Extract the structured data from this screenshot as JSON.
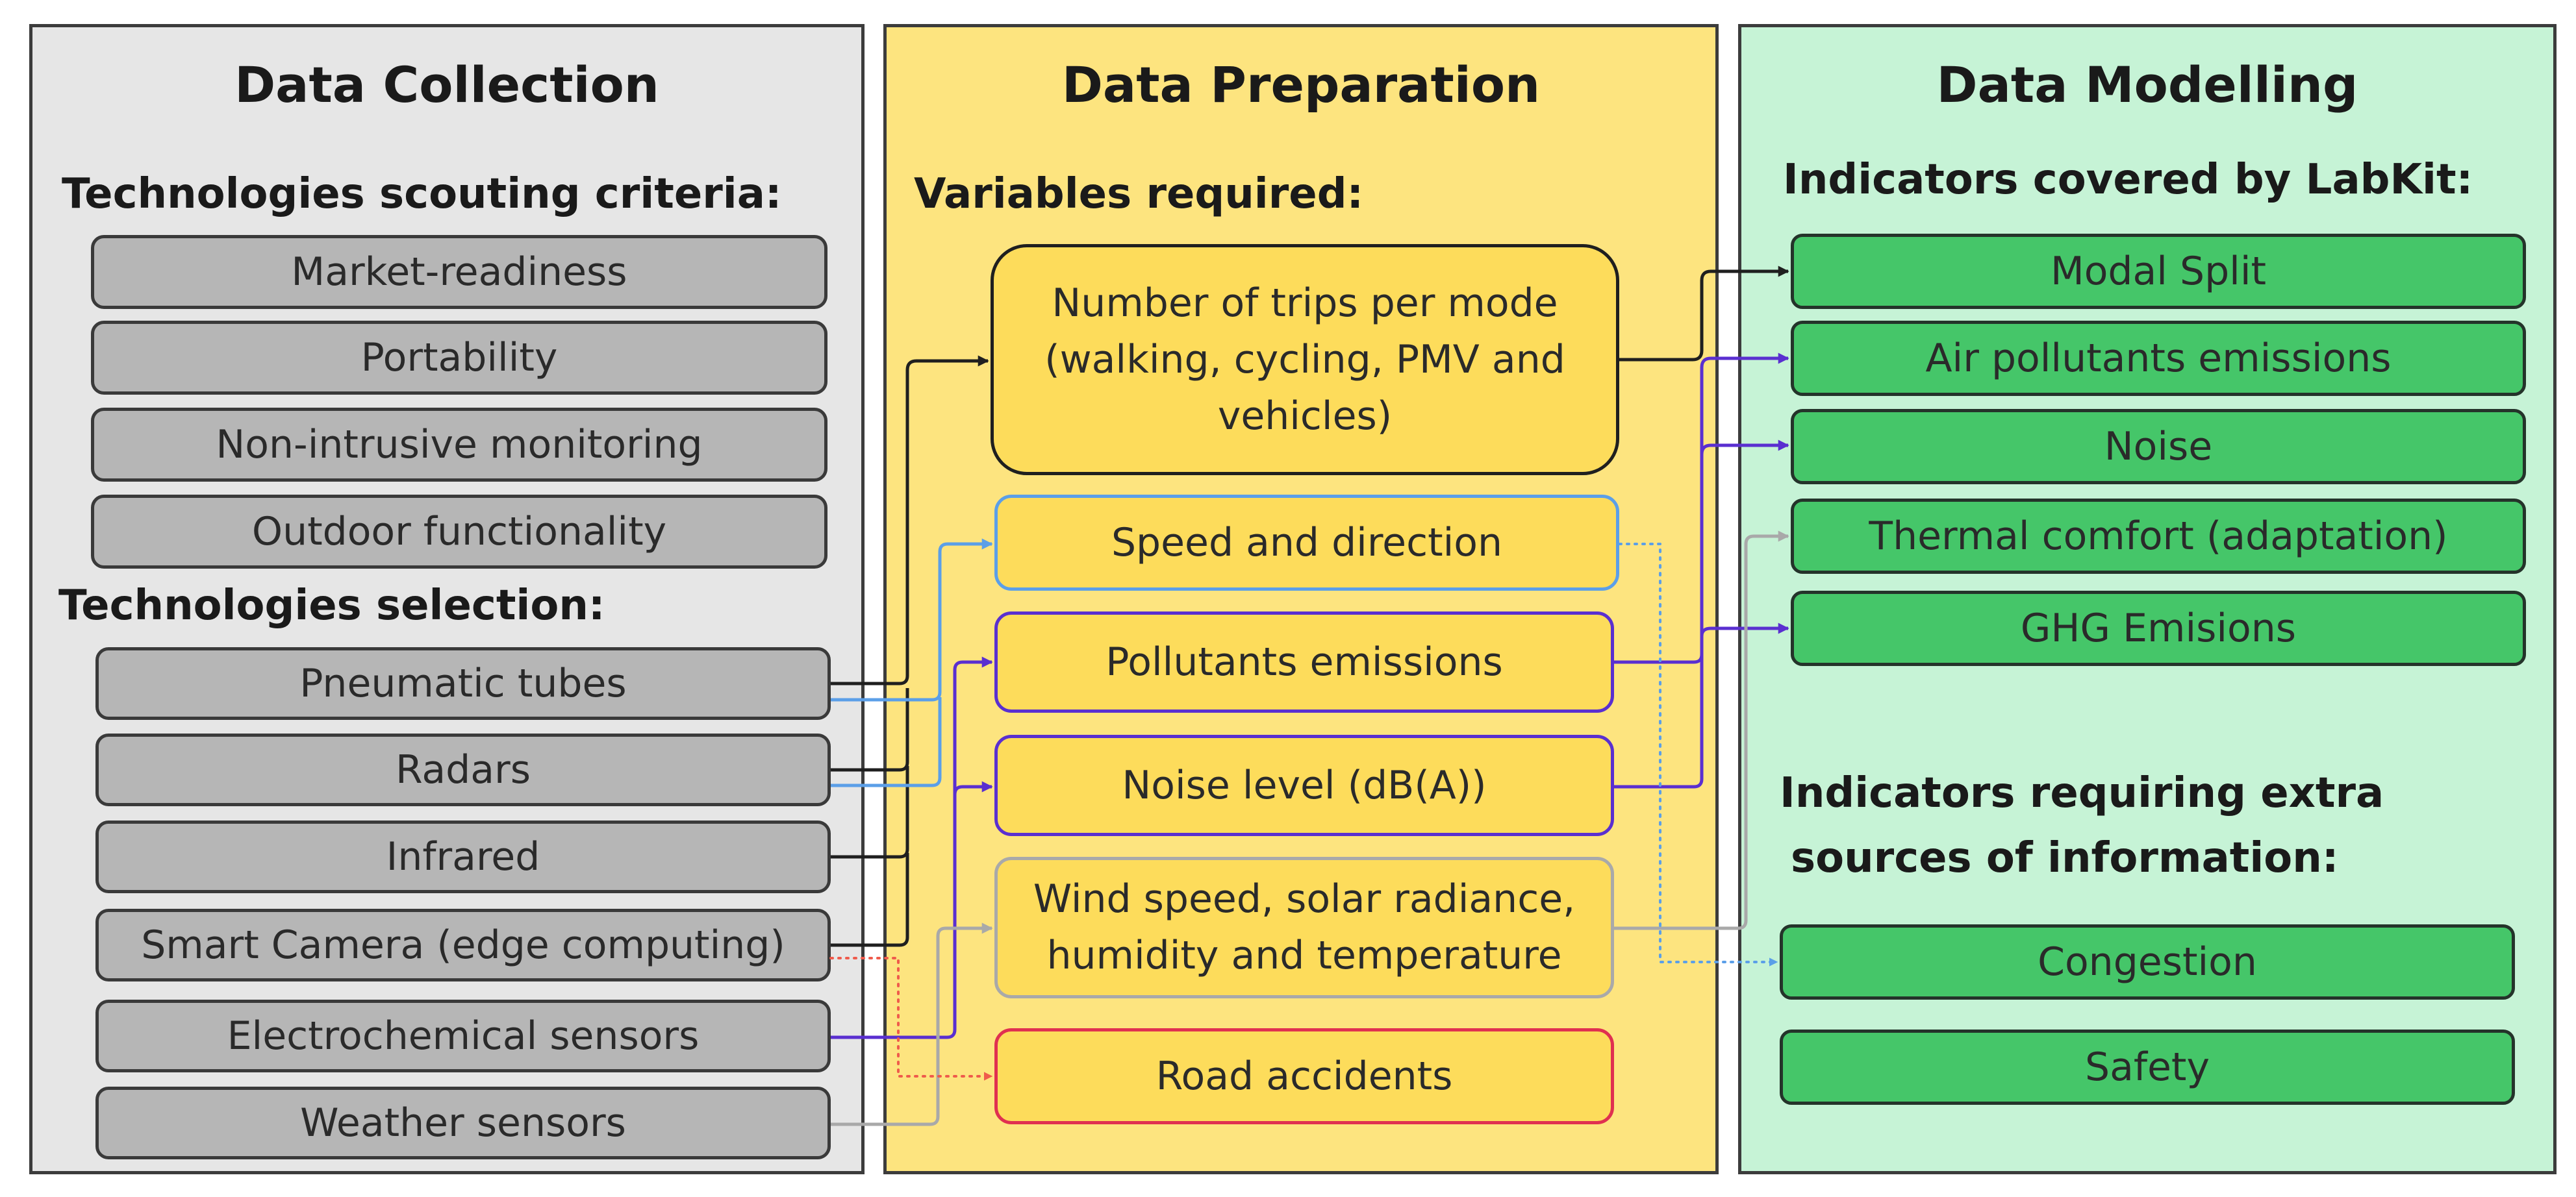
{
  "collection": {
    "title": "Data Collection",
    "criteria_heading": "Technologies scouting criteria:",
    "criteria": [
      "Market-readiness",
      "Portability",
      "Non-intrusive monitoring",
      "Outdoor functionality"
    ],
    "selection_heading": "Technologies selection:",
    "technologies": [
      "Pneumatic tubes",
      "Radars",
      "Infrared",
      "Smart Camera (edge computing)",
      "Electrochemical sensors",
      "Weather sensors"
    ]
  },
  "preparation": {
    "title": "Data Preparation",
    "variables_heading": "Variables required:",
    "variables": [
      "Number of trips per mode (walking, cycling, PMV and vehicles)",
      "Speed and direction",
      "Pollutants emissions",
      "Noise level (dB(A))",
      "Wind speed, solar radiance, humidity and temperature",
      "Road accidents"
    ]
  },
  "modelling": {
    "title": "Data Modelling",
    "covered_heading": "Indicators covered by LabKit:",
    "covered": [
      "Modal Split",
      "Air pollutants emissions",
      "Noise",
      "Thermal comfort (adaptation)",
      "GHG Emisions"
    ],
    "extra_heading_line1": "Indicators requiring extra",
    "extra_heading_line2": "sources of information:",
    "extra": [
      "Congestion",
      "Safety"
    ]
  },
  "colors": {
    "collection_bg": "#e6e6e6",
    "preparation_bg": "#fde47f",
    "modelling_bg": "#c6f3d6",
    "technology_box": "#b6b6b6",
    "variable_box": "#fddc5b",
    "indicator_box": "#45c669",
    "trips_link": "#1f1f1f",
    "speed_link": "#5b9fe8",
    "pollutant_link": "#5a2fd0",
    "weather_link": "#a9a9a9",
    "accidents_link": "#ef5b4c",
    "accidents_border": "#e03050"
  },
  "connections": [
    {
      "from": "Pneumatic tubes",
      "to": "Number of trips per mode (walking, cycling, PMV and vehicles)",
      "color": "#1f1f1f",
      "style": "solid"
    },
    {
      "from": "Radars",
      "to": "Number of trips per mode (walking, cycling, PMV and vehicles)",
      "color": "#1f1f1f",
      "style": "solid"
    },
    {
      "from": "Infrared",
      "to": "Number of trips per mode (walking, cycling, PMV and vehicles)",
      "color": "#1f1f1f",
      "style": "solid"
    },
    {
      "from": "Smart Camera (edge computing)",
      "to": "Number of trips per mode (walking, cycling, PMV and vehicles)",
      "color": "#1f1f1f",
      "style": "solid"
    },
    {
      "from": "Pneumatic tubes",
      "to": "Speed and direction",
      "color": "#5b9fe8",
      "style": "solid"
    },
    {
      "from": "Radars",
      "to": "Speed and direction",
      "color": "#5b9fe8",
      "style": "solid"
    },
    {
      "from": "Electrochemical sensors",
      "to": "Pollutants emissions",
      "color": "#5a2fd0",
      "style": "solid"
    },
    {
      "from": "Electrochemical sensors",
      "to": "Noise level (dB(A))",
      "color": "#5a2fd0",
      "style": "solid"
    },
    {
      "from": "Weather sensors",
      "to": "Wind speed, solar radiance, humidity and temperature",
      "color": "#a9a9a9",
      "style": "solid"
    },
    {
      "from": "Smart Camera (edge computing)",
      "to": "Road accidents",
      "color": "#ef5b4c",
      "style": "dotted"
    },
    {
      "from": "Number of trips per mode (walking, cycling, PMV and vehicles)",
      "to": "Modal Split",
      "color": "#1f1f1f",
      "style": "solid"
    },
    {
      "from": "Pollutants emissions",
      "to": "Air pollutants emissions",
      "color": "#5a2fd0",
      "style": "solid"
    },
    {
      "from": "Pollutants emissions",
      "to": "GHG Emisions",
      "color": "#5a2fd0",
      "style": "solid"
    },
    {
      "from": "Noise level (dB(A))",
      "to": "Noise",
      "color": "#5a2fd0",
      "style": "solid"
    },
    {
      "from": "Wind speed, solar radiance, humidity and temperature",
      "to": "Thermal comfort (adaptation)",
      "color": "#a9a9a9",
      "style": "solid"
    },
    {
      "from": "Speed and direction",
      "to": "Congestion",
      "color": "#5b9fe8",
      "style": "dotted"
    }
  ]
}
